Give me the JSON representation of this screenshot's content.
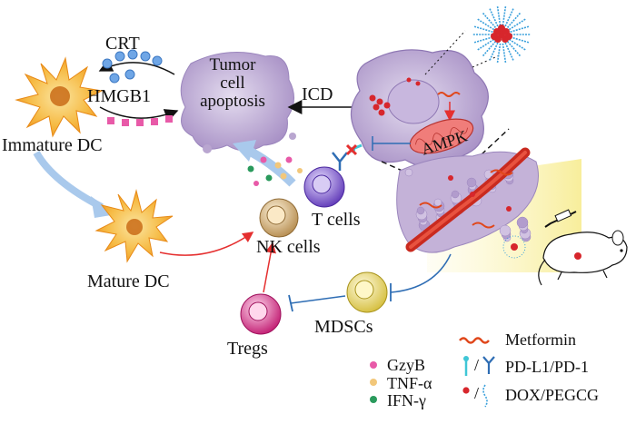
{
  "labels": {
    "crt": "CRT",
    "hmgb1": "HMGB1",
    "immature_dc": "Immature DC",
    "mature_dc": "Mature DC",
    "tumor_apoptosis_line1": "Tumor",
    "tumor_apoptosis_line2": "cell",
    "tumor_apoptosis_line3": "apoptosis",
    "icd": "ICD",
    "ampk": "AMPK",
    "t_cells": "T cells",
    "nk_cells": "NK cells",
    "mdscs": "MDSCs",
    "tregs": "Tregs"
  },
  "legend": {
    "gzyb": "GzyB",
    "tnf": "TNF-α",
    "ifn": "IFN-γ",
    "metformin": "Metformin",
    "slash": "/",
    "pdl1_pd1": "PD-L1/PD-1",
    "dox_pegcg": "DOX/PEGCG"
  },
  "colors": {
    "dc_yellow": "#f5b63a",
    "dc_orange": "#f28a1e",
    "tumor_purple": "#b9a6d0",
    "crt_blue": "#6fa6e6",
    "hmgb1_pink": "#e85aa8",
    "arrow_red": "#e52f2f",
    "arrow_blue": "#2e6db4",
    "tcell_purple": "#7b55c8",
    "nk_brown": "#c7a26a",
    "mdsc_yellow": "#e8d66a",
    "treg_magenta": "#d2348a",
    "gzyb_color": "#e85aa8",
    "tnf_color": "#f2c77a",
    "ifn_color": "#2a9a5c",
    "ampk_fill": "#f07d7a",
    "tissue_purple": "#a98bc4",
    "vessel_red": "#c92a1f",
    "nano_red": "#d7262c",
    "nano_blue": "#3aa0dc"
  }
}
